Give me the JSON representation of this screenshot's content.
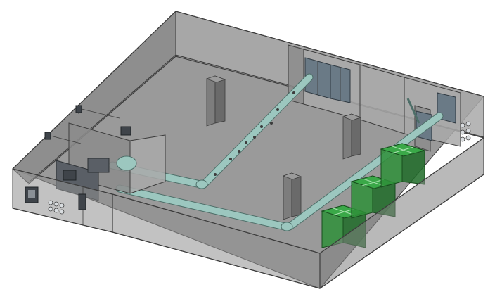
{
  "colors": {
    "background": "#ffffff",
    "wall_fill": "#8c8c8c",
    "wall_fill_light": "#a9a9a9",
    "floor": "#9a9a9a",
    "edge": "#3c3c3c",
    "duct": "#9cc7bf",
    "duct_edge": "#4d6e68",
    "filter_green": "#2f8f3a",
    "filter_green_dark": "#1f6b28",
    "filter_top": "#3aa848",
    "equipment": "#5a5f66",
    "door_frame": "#5a6670"
  },
  "components": [
    "enclosure",
    "internal-partitions",
    "columns",
    "main-duct",
    "secondary-duct",
    "air-handling-unit",
    "filter-housings",
    "doors",
    "wall-grilles"
  ]
}
